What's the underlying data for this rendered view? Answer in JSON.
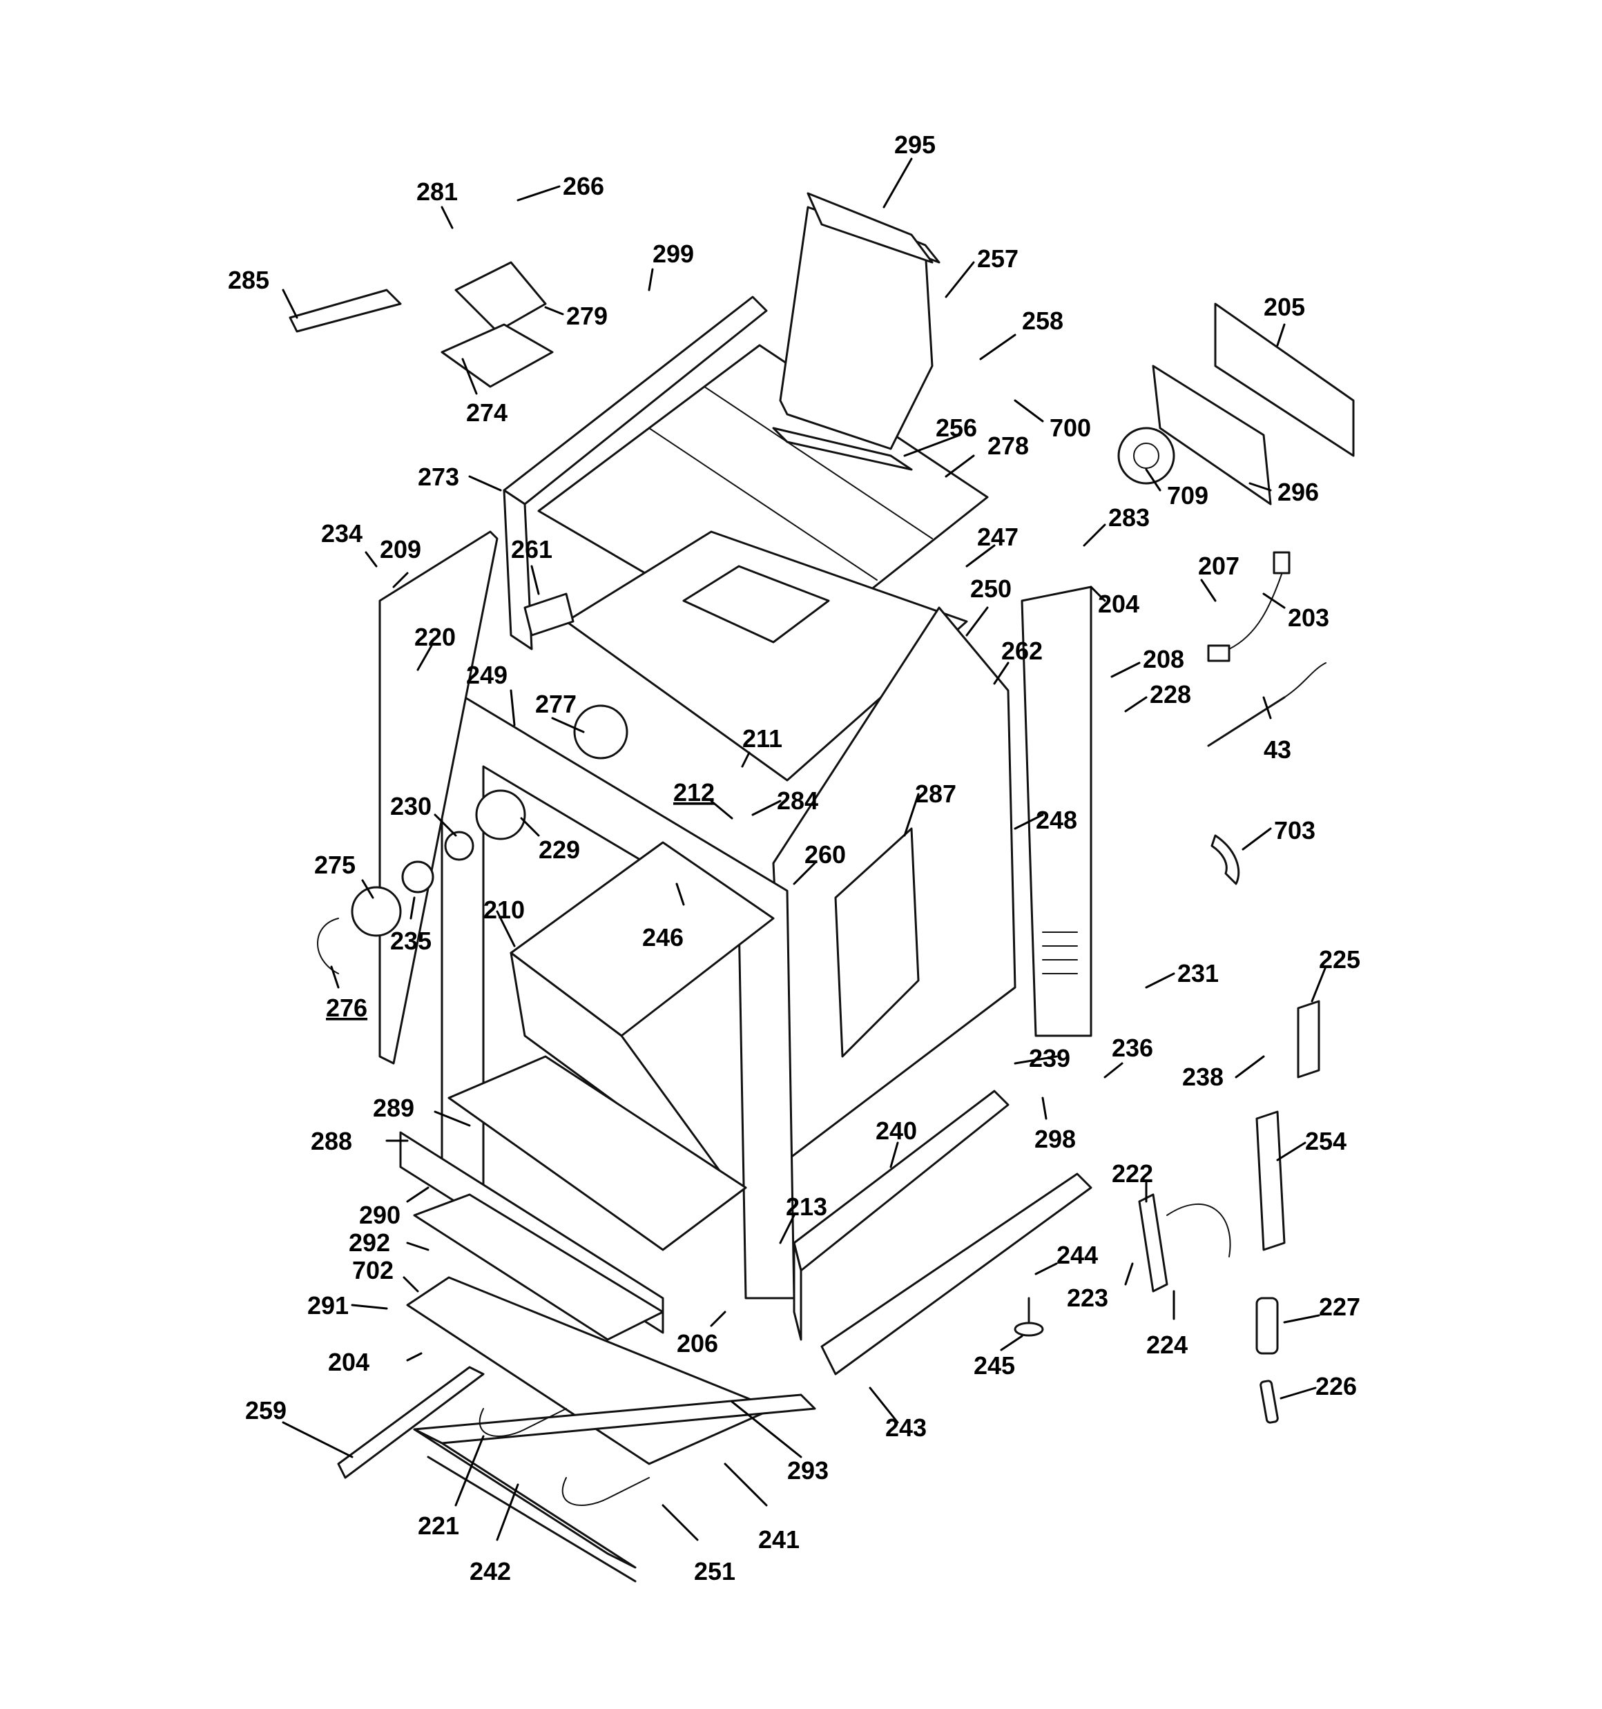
{
  "colors": {
    "ink": "#111111",
    "paper": "#ffffff"
  },
  "labels": [
    {
      "id": "l295",
      "text": "295"
    },
    {
      "id": "l266",
      "text": "266"
    },
    {
      "id": "l281",
      "text": "281"
    },
    {
      "id": "l299",
      "text": "299"
    },
    {
      "id": "l257",
      "text": "257"
    },
    {
      "id": "l285",
      "text": "285"
    },
    {
      "id": "l279",
      "text": "279"
    },
    {
      "id": "l258",
      "text": "258"
    },
    {
      "id": "l205",
      "text": "205"
    },
    {
      "id": "l274",
      "text": "274"
    },
    {
      "id": "l700",
      "text": "700"
    },
    {
      "id": "l256",
      "text": "256"
    },
    {
      "id": "l278",
      "text": "278"
    },
    {
      "id": "l273",
      "text": "273"
    },
    {
      "id": "l709",
      "text": "709"
    },
    {
      "id": "l296",
      "text": "296"
    },
    {
      "id": "l283",
      "text": "283"
    },
    {
      "id": "l234",
      "text": "234"
    },
    {
      "id": "l209",
      "text": "209"
    },
    {
      "id": "l247",
      "text": "247"
    },
    {
      "id": "l261",
      "text": "261"
    },
    {
      "id": "l207",
      "text": "207"
    },
    {
      "id": "l250",
      "text": "250"
    },
    {
      "id": "l204a",
      "text": "204"
    },
    {
      "id": "l203",
      "text": "203"
    },
    {
      "id": "l220",
      "text": "220"
    },
    {
      "id": "l262",
      "text": "262"
    },
    {
      "id": "l208",
      "text": "208"
    },
    {
      "id": "l249",
      "text": "249"
    },
    {
      "id": "l228",
      "text": "228"
    },
    {
      "id": "l277",
      "text": "277"
    },
    {
      "id": "l43",
      "text": "43"
    },
    {
      "id": "l211",
      "text": "211"
    },
    {
      "id": "l212",
      "text": "212"
    },
    {
      "id": "l284",
      "text": "284"
    },
    {
      "id": "l287",
      "text": "287"
    },
    {
      "id": "l230",
      "text": "230"
    },
    {
      "id": "l248",
      "text": "248"
    },
    {
      "id": "l703",
      "text": "703"
    },
    {
      "id": "l229",
      "text": "229"
    },
    {
      "id": "l260",
      "text": "260"
    },
    {
      "id": "l275",
      "text": "275"
    },
    {
      "id": "l210",
      "text": "210"
    },
    {
      "id": "l246",
      "text": "246"
    },
    {
      "id": "l235",
      "text": "235"
    },
    {
      "id": "l231",
      "text": "231"
    },
    {
      "id": "l225",
      "text": "225"
    },
    {
      "id": "l276",
      "text": "276"
    },
    {
      "id": "l236",
      "text": "236"
    },
    {
      "id": "l239",
      "text": "239"
    },
    {
      "id": "l238",
      "text": "238"
    },
    {
      "id": "l289",
      "text": "289"
    },
    {
      "id": "l298",
      "text": "298"
    },
    {
      "id": "l240",
      "text": "240"
    },
    {
      "id": "l288",
      "text": "288"
    },
    {
      "id": "l254",
      "text": "254"
    },
    {
      "id": "l222",
      "text": "222"
    },
    {
      "id": "l213",
      "text": "213"
    },
    {
      "id": "l290",
      "text": "290"
    },
    {
      "id": "l292",
      "text": "292"
    },
    {
      "id": "l244",
      "text": "244"
    },
    {
      "id": "l702",
      "text": "702"
    },
    {
      "id": "l223",
      "text": "223"
    },
    {
      "id": "l227",
      "text": "227"
    },
    {
      "id": "l291",
      "text": "291"
    },
    {
      "id": "l206",
      "text": "206"
    },
    {
      "id": "l224",
      "text": "224"
    },
    {
      "id": "l204b",
      "text": "204"
    },
    {
      "id": "l245",
      "text": "245"
    },
    {
      "id": "l226",
      "text": "226"
    },
    {
      "id": "l259",
      "text": "259"
    },
    {
      "id": "l243",
      "text": "243"
    },
    {
      "id": "l293",
      "text": "293"
    },
    {
      "id": "l221",
      "text": "221"
    },
    {
      "id": "l241",
      "text": "241"
    },
    {
      "id": "l242",
      "text": "242"
    },
    {
      "id": "l251",
      "text": "251"
    }
  ]
}
